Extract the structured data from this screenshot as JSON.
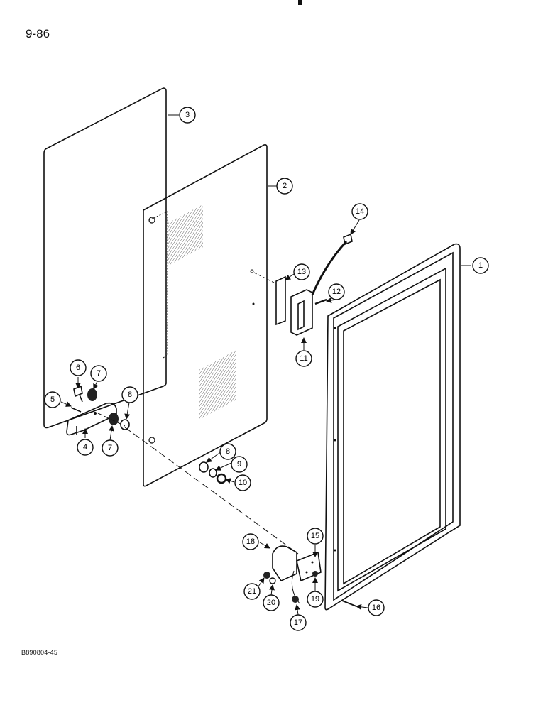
{
  "page": {
    "number": "9-86",
    "catalog_ref": "B890804-45"
  },
  "callouts": [
    {
      "label": "1"
    },
    {
      "label": "2"
    },
    {
      "label": "3"
    },
    {
      "label": "4"
    },
    {
      "label": "5"
    },
    {
      "label": "6"
    },
    {
      "label": "7"
    },
    {
      "label": "7"
    },
    {
      "label": "8"
    },
    {
      "label": "8"
    },
    {
      "label": "9"
    },
    {
      "label": "10"
    },
    {
      "label": "11"
    },
    {
      "label": "12"
    },
    {
      "label": "13"
    },
    {
      "label": "14"
    },
    {
      "label": "15"
    },
    {
      "label": "16"
    },
    {
      "label": "17"
    },
    {
      "label": "18"
    },
    {
      "label": "19"
    },
    {
      "label": "20"
    },
    {
      "label": "21"
    }
  ]
}
